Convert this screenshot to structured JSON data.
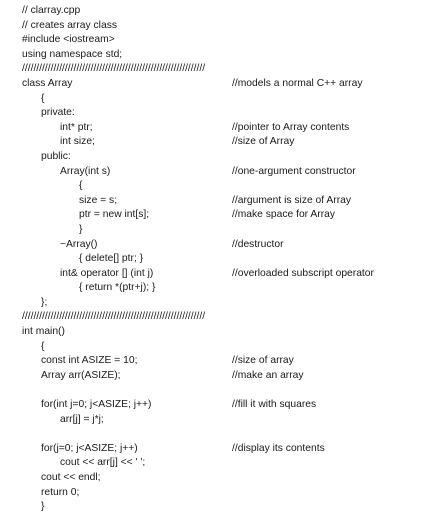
{
  "lines": [
    {
      "code": "// clarray.cpp",
      "comment": "",
      "indent": 0
    },
    {
      "code": "// creates array class",
      "comment": "",
      "indent": 0
    },
    {
      "code": "#include <iostream>",
      "comment": "",
      "indent": 0
    },
    {
      "code": "using namespace std;",
      "comment": "",
      "indent": 0
    },
    {
      "code": "////////////////////////////////////////////////////////////////",
      "comment": "",
      "indent": 0
    },
    {
      "code": "class Array",
      "comment": "//models a normal C++ array",
      "indent": 0
    },
    {
      "code": "{",
      "comment": "",
      "indent": 1
    },
    {
      "code": "private:",
      "comment": "",
      "indent": 1
    },
    {
      "code": "int* ptr;",
      "comment": "//pointer to Array contents",
      "indent": 2
    },
    {
      "code": "int size;",
      "comment": "//size of Array",
      "indent": 2
    },
    {
      "code": "public:",
      "comment": "",
      "indent": 1
    },
    {
      "code": "Array(int s)",
      "comment": "//one-argument constructor",
      "indent": 2
    },
    {
      "code": "{",
      "comment": "",
      "indent": 3
    },
    {
      "code": "size = s;",
      "comment": "//argument is size of Array",
      "indent": 3
    },
    {
      "code": "ptr = new int[s];",
      "comment": "//make space for Array",
      "indent": 3
    },
    {
      "code": "}",
      "comment": "",
      "indent": 3
    },
    {
      "code": "~Array()",
      "comment": "//destructor",
      "indent": 2
    },
    {
      "code": "{ delete[] ptr; }",
      "comment": "",
      "indent": 3
    },
    {
      "code": "int& operator [] (int j)",
      "comment": "//overloaded subscript operator",
      "indent": 2
    },
    {
      "code": "{ return *(ptr+j); }",
      "comment": "",
      "indent": 3
    },
    {
      "code": "};",
      "comment": "",
      "indent": 1
    },
    {
      "code": "////////////////////////////////////////////////////////////////",
      "comment": "",
      "indent": 0
    },
    {
      "code": "int main()",
      "comment": "",
      "indent": 0
    },
    {
      "code": "{",
      "comment": "",
      "indent": 1
    },
    {
      "code": "const int ASIZE = 10;",
      "comment": "//size of array",
      "indent": 1
    },
    {
      "code": "Array arr(ASIZE);",
      "comment": "//make an array",
      "indent": 1
    },
    {
      "code": "",
      "comment": "",
      "indent": 0
    },
    {
      "code": "for(int j=0; j<ASIZE; j++)",
      "comment": "//fill it with squares",
      "indent": 1
    },
    {
      "code": "arr[j] = j*j;",
      "comment": "",
      "indent": 2
    },
    {
      "code": "",
      "comment": "",
      "indent": 0
    },
    {
      "code": "for(j=0; j<ASIZE; j++)",
      "comment": "//display its contents",
      "indent": 1
    },
    {
      "code": "cout << arr[j] << ' ';",
      "comment": "",
      "indent": 2
    },
    {
      "code": "cout << endl;",
      "comment": "",
      "indent": 1
    },
    {
      "code": "return 0;",
      "comment": "",
      "indent": 1
    },
    {
      "code": "}",
      "comment": "",
      "indent": 1
    }
  ]
}
